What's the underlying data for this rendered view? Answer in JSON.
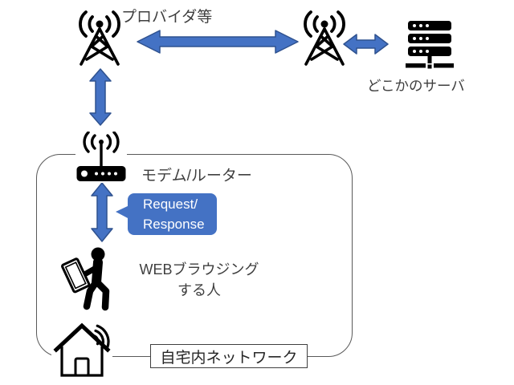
{
  "colors": {
    "background": "#FFFFFF",
    "arrow_fill": "#4472C4",
    "arrow_stroke": "#2F528F",
    "callout_fill": "#4472C4",
    "callout_text": "#FFFFFF",
    "boundary_stroke": "#595959",
    "label_text": "#3F3F3F",
    "icon_color": "#000000"
  },
  "provider": {
    "label": "プロバイダ等"
  },
  "server": {
    "label": "どこかのサーバ"
  },
  "modem": {
    "label": "モデム/ルーター"
  },
  "person": {
    "label_line1": "WEBブラウジング",
    "label_line2": "する人"
  },
  "callout": {
    "line1": "Request/",
    "line2": "Response"
  },
  "home_network": {
    "label": "自宅内ネットワーク"
  },
  "icons": {
    "provider_tower": "radio-tower",
    "carrier_tower": "radio-tower",
    "server": "server-rack",
    "modem": "wireless-router",
    "person": "person-walking-with-tablet",
    "house": "smart-home-house"
  }
}
